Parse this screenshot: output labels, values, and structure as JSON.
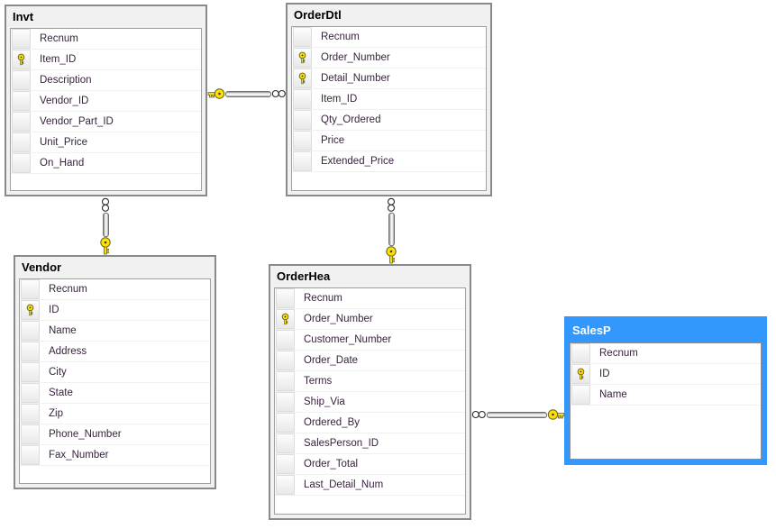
{
  "diagram": {
    "tables": {
      "invt": {
        "title": "Invt",
        "selected": false,
        "columns": [
          {
            "name": "Recnum",
            "pk": false
          },
          {
            "name": "Item_ID",
            "pk": true
          },
          {
            "name": "Description",
            "pk": false
          },
          {
            "name": "Vendor_ID",
            "pk": false
          },
          {
            "name": "Vendor_Part_ID",
            "pk": false
          },
          {
            "name": "Unit_Price",
            "pk": false
          },
          {
            "name": "On_Hand",
            "pk": false
          }
        ]
      },
      "orderdtl": {
        "title": "OrderDtl",
        "selected": false,
        "columns": [
          {
            "name": "Recnum",
            "pk": false
          },
          {
            "name": "Order_Number",
            "pk": true
          },
          {
            "name": "Detail_Number",
            "pk": true
          },
          {
            "name": "Item_ID",
            "pk": false
          },
          {
            "name": "Qty_Ordered",
            "pk": false
          },
          {
            "name": "Price",
            "pk": false
          },
          {
            "name": "Extended_Price",
            "pk": false
          }
        ]
      },
      "vendor": {
        "title": "Vendor",
        "selected": false,
        "columns": [
          {
            "name": "Recnum",
            "pk": false
          },
          {
            "name": "ID",
            "pk": true
          },
          {
            "name": "Name",
            "pk": false
          },
          {
            "name": "Address",
            "pk": false
          },
          {
            "name": "City",
            "pk": false
          },
          {
            "name": "State",
            "pk": false
          },
          {
            "name": "Zip",
            "pk": false
          },
          {
            "name": "Phone_Number",
            "pk": false
          },
          {
            "name": "Fax_Number",
            "pk": false
          }
        ]
      },
      "orderhea": {
        "title": "OrderHea",
        "selected": false,
        "columns": [
          {
            "name": "Recnum",
            "pk": false
          },
          {
            "name": "Order_Number",
            "pk": true
          },
          {
            "name": "Customer_Number",
            "pk": false
          },
          {
            "name": "Order_Date",
            "pk": false
          },
          {
            "name": "Terms",
            "pk": false
          },
          {
            "name": "Ship_Via",
            "pk": false
          },
          {
            "name": "Ordered_By",
            "pk": false
          },
          {
            "name": "SalesPerson_ID",
            "pk": false
          },
          {
            "name": "Order_Total",
            "pk": false
          },
          {
            "name": "Last_Detail_Num",
            "pk": false
          }
        ]
      },
      "salesp": {
        "title": "SalesP",
        "selected": true,
        "columns": [
          {
            "name": "Recnum",
            "pk": false
          },
          {
            "name": "ID",
            "pk": true
          },
          {
            "name": "Name",
            "pk": false
          }
        ]
      }
    },
    "relationships": [
      {
        "id": "invt-orderdtl",
        "one_side": "Invt",
        "many_side": "OrderDtl"
      },
      {
        "id": "vendor-invt",
        "one_side": "Vendor",
        "many_side": "Invt"
      },
      {
        "id": "orderhea-orderdtl",
        "one_side": "OrderHea",
        "many_side": "OrderDtl"
      },
      {
        "id": "salesp-orderhea",
        "one_side": "SalesP",
        "many_side": "OrderHea"
      }
    ],
    "colors": {
      "selected_table_accent": "#3398FE",
      "primary_key_yellow": "#FFE000",
      "connector_gray": "#8F8F8F"
    }
  }
}
